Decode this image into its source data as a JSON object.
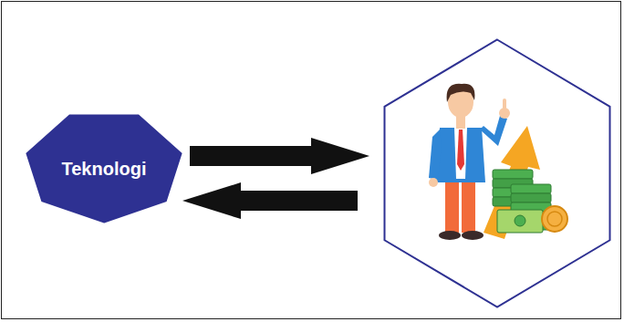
{
  "diagram": {
    "nodes": [
      {
        "text": [
          "Teknologi"
        ]
      },
      {
        "text": []
      }
    ],
    "edges": [
      {
        "from": 0,
        "to": 1,
        "arrow": "to"
      },
      {
        "from": 1,
        "to": 0,
        "arrow": "to"
      }
    ]
  }
}
